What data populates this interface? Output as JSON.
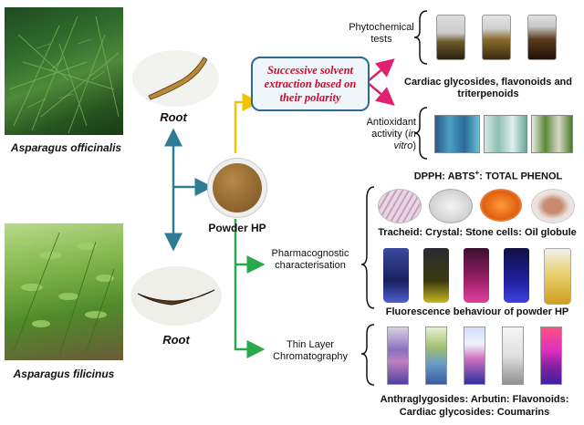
{
  "plants": {
    "officinalis": {
      "name": "Asparagus officinalis",
      "root_label": "Root"
    },
    "filicinus": {
      "name": "Asparagus filicinus",
      "root_label": "Root"
    }
  },
  "powder": {
    "label": "Powder HP"
  },
  "extraction": {
    "text": "Successive solvent extraction based on their polarity"
  },
  "phytochemical": {
    "title": "Phytochemical tests",
    "result": "Cardiac glycosides, flavonoids and triterpenoids"
  },
  "antioxidant": {
    "title_main": "Antioxidant activity (",
    "title_italic": "in vitro",
    "title_end": ")",
    "result_pre": "DPPH: ABTS",
    "result_sup": "+",
    "result_post": ": TOTAL PHENOL"
  },
  "pharmacognostic": {
    "title": "Pharmacognostic characterisation",
    "micro_caption": "Tracheid: Crystal: Stone cells: Oil globule",
    "fluorescence_caption": "Fluorescence behaviour of powder HP"
  },
  "tlc": {
    "title": "Thin Layer Chromatography",
    "caption_line1": "Anthraglygosides: Arbutin: Flavonoids:",
    "caption_line2": "Cardiac glycosides: Coumarins"
  },
  "colors": {
    "blue_arrow": "#2e7d95",
    "yellow_arrow": "#f2c200",
    "pink_arrow": "#e0206e",
    "green_arrow": "#2aa84a",
    "extraction_text": "#c8102e",
    "extraction_border": "#2d6a8f"
  }
}
